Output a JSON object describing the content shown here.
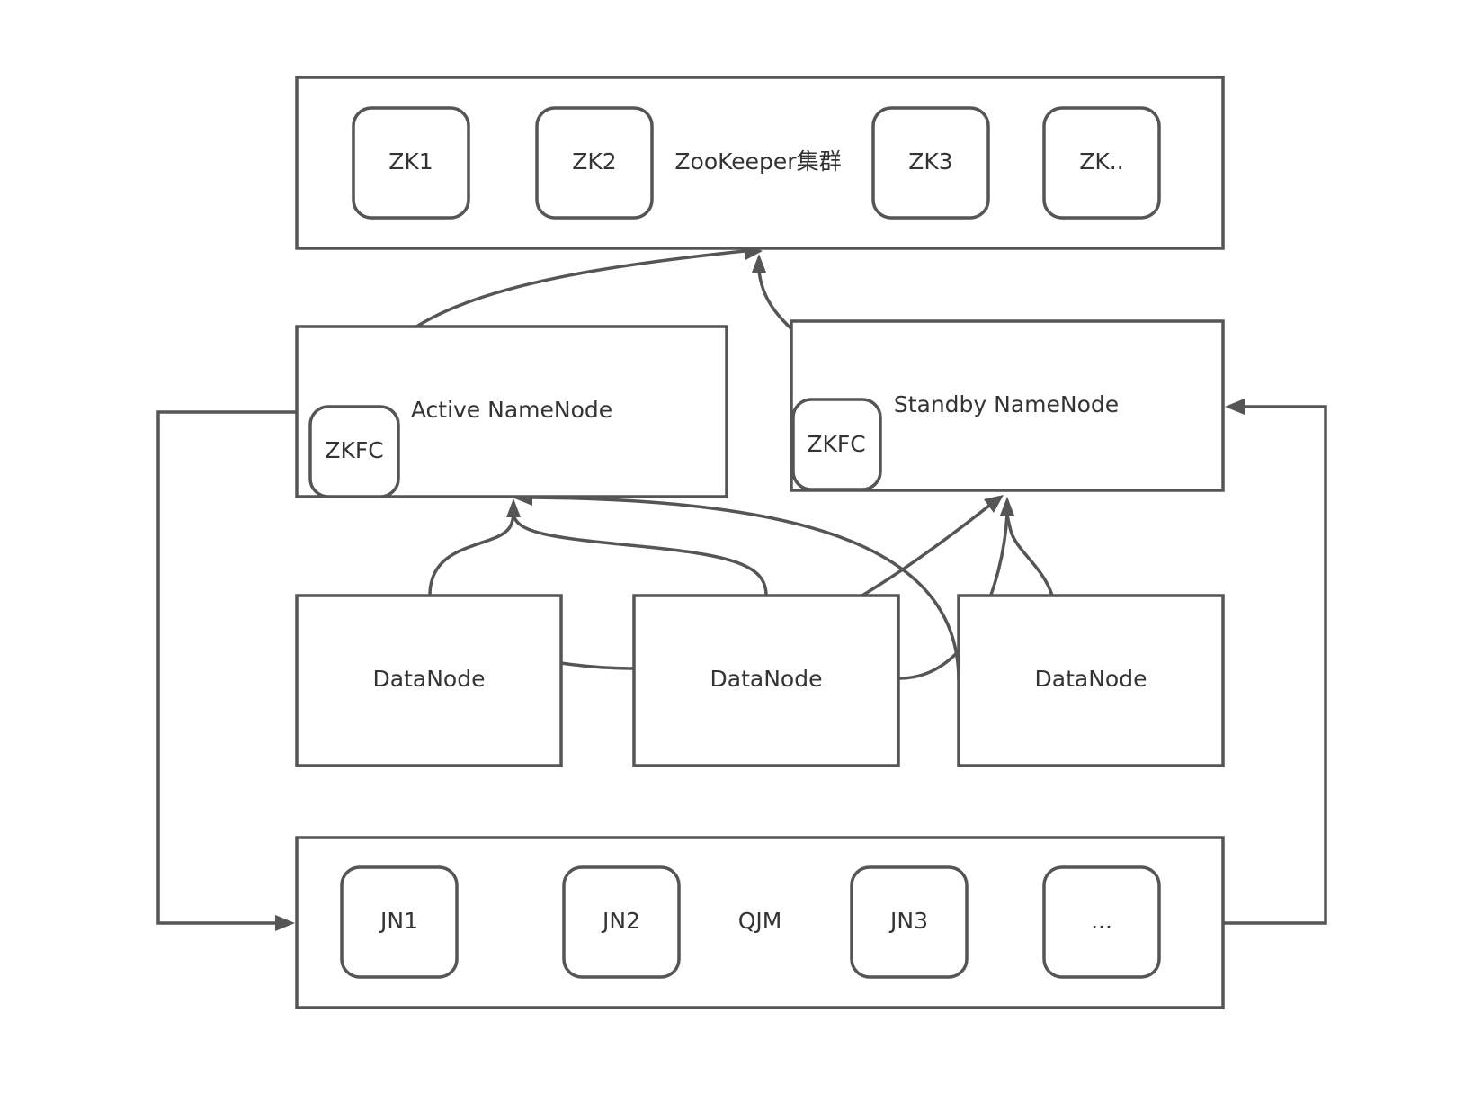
{
  "zookeeper": {
    "label": "ZooKeeper集群",
    "nodes": [
      "ZK1",
      "ZK2",
      "ZK3",
      "ZK.."
    ]
  },
  "active": {
    "label": "Active NameNode",
    "zkfc": "ZKFC"
  },
  "standby": {
    "label": "Standby NameNode",
    "zkfc": "ZKFC"
  },
  "datanodes": [
    "DataNode",
    "DataNode",
    "DataNode"
  ],
  "qjm": {
    "label": "QJM",
    "nodes": [
      "JN1",
      "JN2",
      "JN3",
      "..."
    ]
  },
  "colors": {
    "stroke": "#555555",
    "text": "#333333",
    "background": "#ffffff"
  }
}
